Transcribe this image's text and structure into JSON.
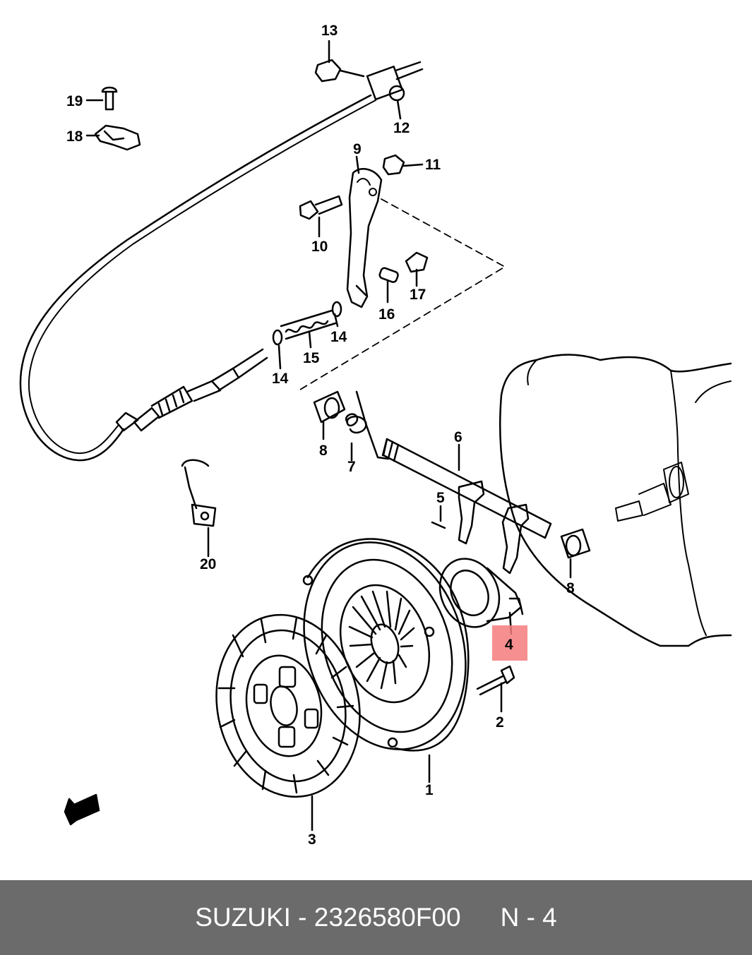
{
  "diagram": {
    "labels": {
      "p1": "1",
      "p2": "2",
      "p3": "3",
      "p4": "4",
      "p5": "5",
      "p6": "6",
      "p7": "7",
      "p8a": "8",
      "p8b": "8",
      "p9": "9",
      "p10": "10",
      "p11": "11",
      "p12": "12",
      "p13": "13",
      "p14a": "14",
      "p14b": "14",
      "p15": "15",
      "p16": "16",
      "p17": "17",
      "p18": "18",
      "p19": "19",
      "p20": "20"
    },
    "highlighted_part": "4",
    "highlight_color": "#f47c7c"
  },
  "footer": {
    "part_text": "SUZUKI - 2326580F00",
    "position_text": "N - 4",
    "background_color": "#6b6b6b"
  }
}
